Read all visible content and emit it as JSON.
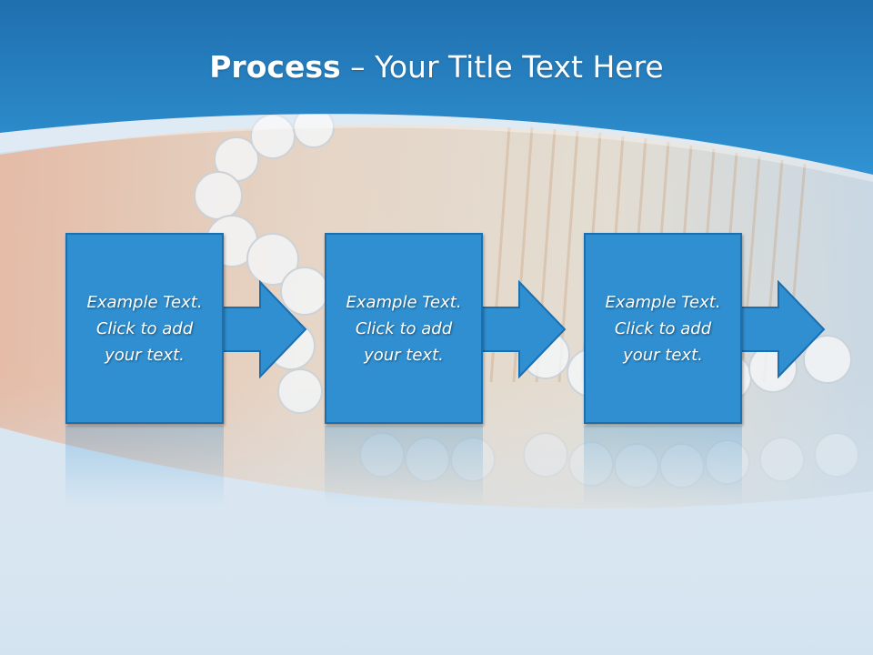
{
  "slide": {
    "title_bold": "Process",
    "title_rest": " – Your Title Text Here"
  },
  "steps": [
    {
      "line1": "Example Text.",
      "line2": "Click  to add",
      "line3": "your text."
    },
    {
      "line1": "Example Text.",
      "line2": "Click  to add",
      "line3": "your text."
    },
    {
      "line1": "Example Text.",
      "line2": "Click  to add",
      "line3": "your text."
    }
  ],
  "colors": {
    "header_blue": "#2a86c8",
    "box_fill": "#2f8fd1",
    "box_border": "#1b6fae"
  }
}
